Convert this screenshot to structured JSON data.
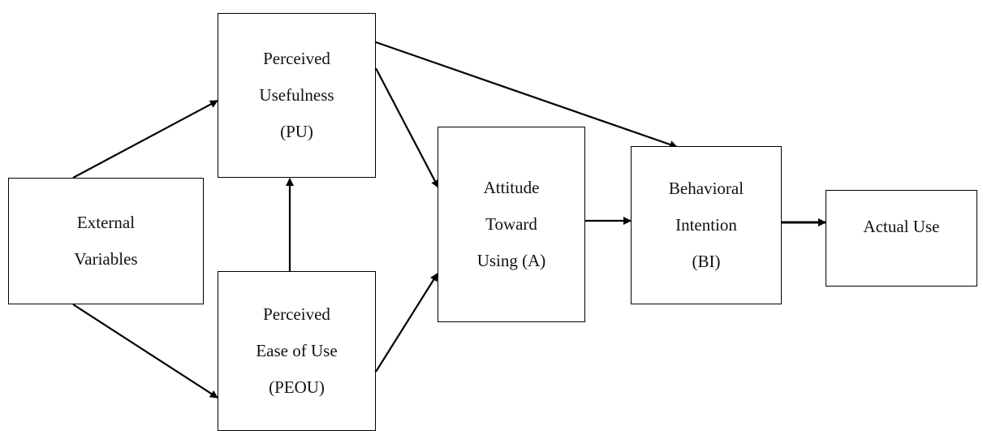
{
  "nodes": {
    "external_variables": {
      "lines": [
        "External",
        "Variables"
      ]
    },
    "perceived_usefulness": {
      "lines": [
        "Perceived",
        "Usefulness",
        "(PU)"
      ]
    },
    "perceived_ease_of_use": {
      "lines": [
        "Perceived",
        "Ease of Use",
        "(PEOU)"
      ]
    },
    "attitude": {
      "lines": [
        "Attitude",
        "Toward",
        "Using (A)"
      ]
    },
    "behavioral_intention": {
      "lines": [
        "Behavioral",
        "Intention",
        "(BI)"
      ]
    },
    "actual_use": {
      "lines": [
        "Actual Use"
      ]
    }
  },
  "edges": [
    {
      "from": "external_variables",
      "to": "perceived_usefulness"
    },
    {
      "from": "external_variables",
      "to": "perceived_ease_of_use"
    },
    {
      "from": "perceived_ease_of_use",
      "to": "perceived_usefulness"
    },
    {
      "from": "perceived_usefulness",
      "to": "attitude"
    },
    {
      "from": "perceived_usefulness",
      "to": "behavioral_intention"
    },
    {
      "from": "perceived_ease_of_use",
      "to": "attitude"
    },
    {
      "from": "attitude",
      "to": "behavioral_intention"
    },
    {
      "from": "behavioral_intention",
      "to": "actual_use"
    }
  ],
  "colors": {
    "stroke": "#000000",
    "background": "#ffffff"
  }
}
